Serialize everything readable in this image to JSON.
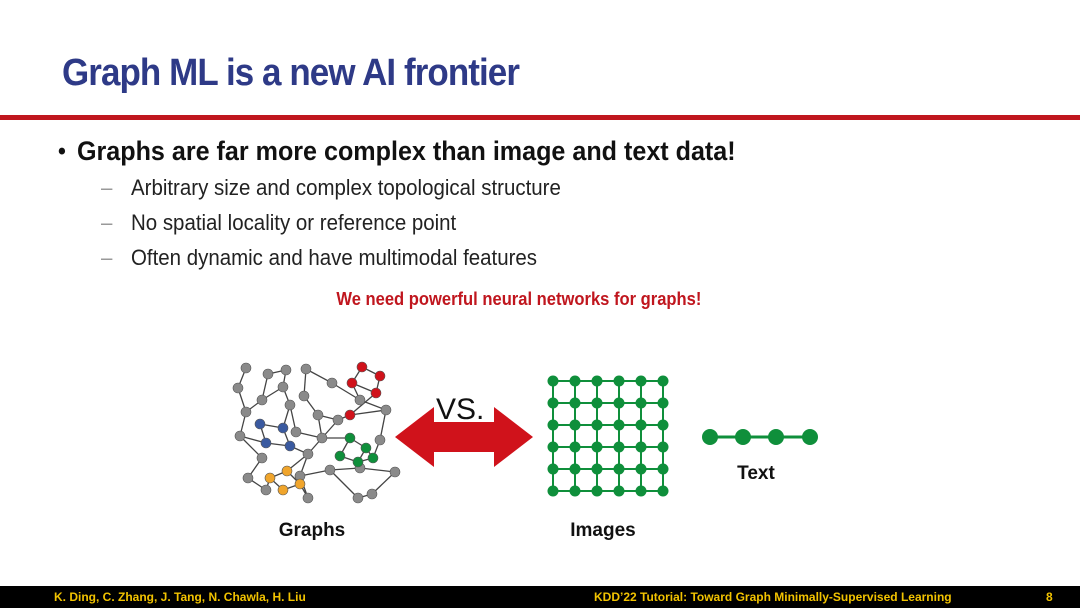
{
  "slide": {
    "title": "Graph ML is a new AI frontier",
    "bullet": "Graphs are far more complex than image and text data!",
    "bullet_marker": "•",
    "sub_marker": "–",
    "sub_items": [
      "Arbitrary size and complex topological structure",
      "No spatial locality or reference point",
      "Often dynamic and have multimodal features"
    ],
    "highlight": "We need powerful neural networks for graphs!"
  },
  "diagram": {
    "vs_label": "VS.",
    "graphs_label": "Graphs",
    "images_label": "Images",
    "text_label": "Text",
    "colors": {
      "node_gray": "#8a8a8a",
      "node_red": "#d0121b",
      "node_blue": "#3a5aa0",
      "node_orange": "#f0a52c",
      "node_green": "#0f8f3b",
      "arrow": "#d0121b"
    }
  },
  "footer": {
    "authors": "K. Ding, C. Zhang, J. Tang, N. Chawla, H. Liu",
    "event": "KDD’22 Tutorial: Toward Graph Minimally-Supervised Learning",
    "page_number": "8",
    "text_color": "#f2c300"
  }
}
